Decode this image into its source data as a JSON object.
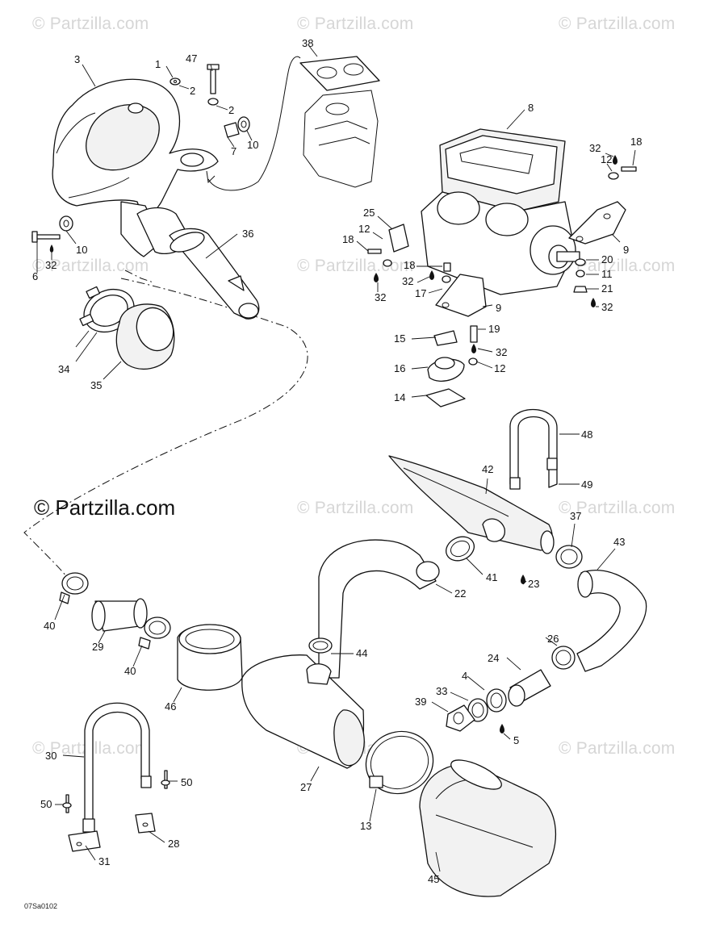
{
  "watermarks": {
    "brand": "© Partzilla.com",
    "main": "© Partzilla.com"
  },
  "diagram_code": "07Sa0102",
  "callouts": {
    "c1": "1",
    "c2a": "2",
    "c2b": "2",
    "c3": "3",
    "c4": "4",
    "c5": "5",
    "c6": "6",
    "c7": "7",
    "c8": "8",
    "c9a": "9",
    "c9b": "9",
    "c10a": "10",
    "c10b": "10",
    "c11": "11",
    "c12a": "12",
    "c12b": "12",
    "c12c": "12",
    "c13": "13",
    "c14": "14",
    "c15": "15",
    "c16": "16",
    "c17": "17",
    "c18a": "18",
    "c18b": "18",
    "c18c": "18",
    "c19": "19",
    "c20": "20",
    "c21": "21",
    "c22": "22",
    "c23": "23",
    "c24": "24",
    "c25": "25",
    "c26": "26",
    "c27": "27",
    "c28": "28",
    "c29": "29",
    "c30": "30",
    "c31": "31",
    "c32a": "32",
    "c32b": "32",
    "c32c": "32",
    "c32d": "32",
    "c32e": "32",
    "c32f": "32",
    "c33": "33",
    "c34": "34",
    "c35": "35",
    "c36": "36",
    "c37": "37",
    "c38": "38",
    "c39": "39",
    "c40a": "40",
    "c40b": "40",
    "c41": "41",
    "c42": "42",
    "c43": "43",
    "c44": "44",
    "c45": "45",
    "c46": "46",
    "c47": "47",
    "c48": "48",
    "c49": "49",
    "c50a": "50",
    "c50b": "50"
  }
}
